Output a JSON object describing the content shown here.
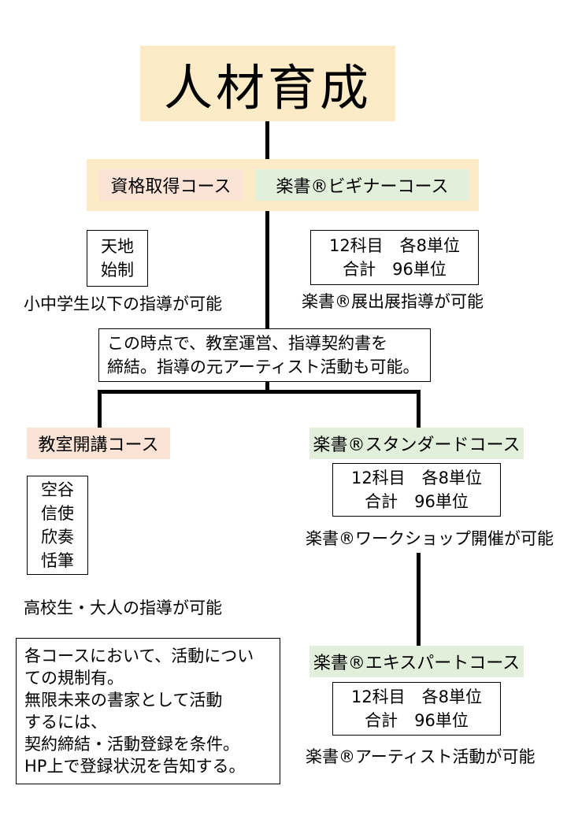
{
  "title": "人材育成",
  "beginner_level": {
    "tags": [
      "資格取得コース",
      "楽書®ビギナーコース"
    ],
    "name_box": [
      "天地",
      "始制"
    ],
    "units_box": [
      "12科目　各8単位",
      "合計　96単位"
    ],
    "left_note": "小中学生以下の指導が可能",
    "right_note": "楽書®展出展指導が可能"
  },
  "contract_box": [
    "この時点で、教室運営、指導契約書を",
    "締結。指導の元アーティスト活動も可能。"
  ],
  "classroom_course": {
    "tag": "教室開講コース",
    "names": [
      "空谷",
      "信使",
      "欣奏",
      "恬筆"
    ],
    "note": "高校生・大人の指導が可能"
  },
  "standard_course": {
    "tag": "楽書®スタンダードコース",
    "units_box": [
      "12科目　各8単位",
      "合計　96単位"
    ],
    "note": "楽書®ワークショップ開催が可能"
  },
  "expert_course": {
    "tag": "楽書®エキスパートコース",
    "units_box": [
      "12科目　各8単位",
      "合計　96単位"
    ],
    "note": "楽書®アーティスト活動が可能"
  },
  "rules_box": [
    "各コースにおいて、活動につい",
    "ての規制有。",
    "無限未来の書家として活動",
    "するには、",
    "契約締結・活動登録を条件。",
    "HP上で登録状況を告知する。"
  ]
}
